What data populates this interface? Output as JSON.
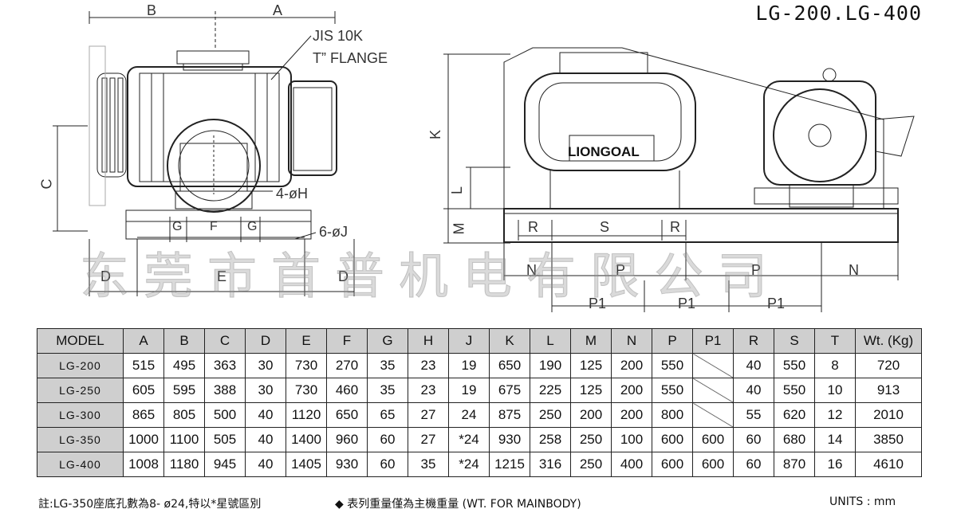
{
  "title": "LG-200.LG-400",
  "watermark": "东莞市首普机电有限公司",
  "brand": "LIONGOAL",
  "left_view": {
    "dim_top": [
      "B",
      "A"
    ],
    "dim_side": "C",
    "flange_note_1": "JIS 10K",
    "flange_note_2": "T” FLANGE",
    "hole_note_1": "4-øH",
    "hole_note_2": "6-øJ",
    "base_dims": [
      "G",
      "F",
      "G"
    ],
    "bottom_dims": [
      "D",
      "E",
      "D"
    ]
  },
  "right_view": {
    "side_dims": [
      "K",
      "L",
      "M"
    ],
    "base_dims": [
      "R",
      "S",
      "R"
    ],
    "bottom_dims": [
      "N",
      "P",
      "P",
      "N"
    ],
    "p1_dims": [
      "P1",
      "P1",
      "P1"
    ]
  },
  "table": {
    "headers": [
      "MODEL",
      "A",
      "B",
      "C",
      "D",
      "E",
      "F",
      "G",
      "H",
      "J",
      "K",
      "L",
      "M",
      "N",
      "P",
      "P1",
      "R",
      "S",
      "T",
      "Wt. (Kg)"
    ],
    "rows": [
      [
        "LG-200",
        "515",
        "495",
        "363",
        "30",
        "730",
        "270",
        "35",
        "23",
        "19",
        "650",
        "190",
        "125",
        "200",
        "550",
        "",
        "40",
        "550",
        "8",
        "720"
      ],
      [
        "LG-250",
        "605",
        "595",
        "388",
        "30",
        "730",
        "460",
        "35",
        "23",
        "19",
        "675",
        "225",
        "125",
        "200",
        "550",
        "",
        "40",
        "550",
        "10",
        "913"
      ],
      [
        "LG-300",
        "865",
        "805",
        "500",
        "40",
        "1120",
        "650",
        "65",
        "27",
        "24",
        "875",
        "250",
        "200",
        "200",
        "800",
        "",
        "55",
        "620",
        "12",
        "2010"
      ],
      [
        "LG-350",
        "1000",
        "1100",
        "505",
        "40",
        "1400",
        "960",
        "60",
        "27",
        "*24",
        "930",
        "258",
        "250",
        "100",
        "600",
        "600",
        "60",
        "680",
        "14",
        "3850"
      ],
      [
        "LG-400",
        "1008",
        "1180",
        "945",
        "40",
        "1405",
        "930",
        "60",
        "35",
        "*24",
        "1215",
        "316",
        "250",
        "400",
        "600",
        "600",
        "60",
        "870",
        "16",
        "4610"
      ]
    ]
  },
  "footnotes": {
    "note_1": "註:LG-350座底孔數為8- ø24,特以*星號區別",
    "note_2": "◆ 表列重量僅為主機重量 (WT. FOR MAINBODY)",
    "units": "UNITS : mm"
  }
}
